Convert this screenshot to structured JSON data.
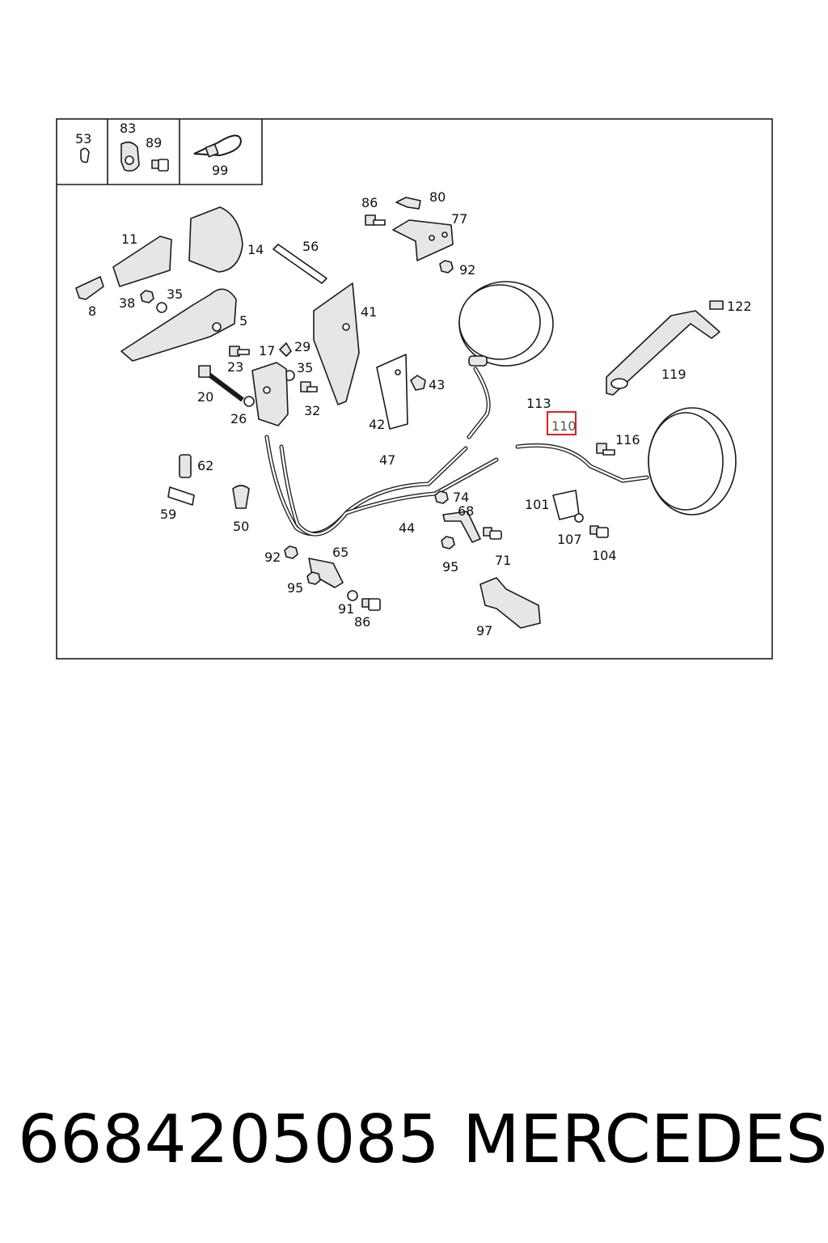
{
  "diagram": {
    "highlight_label": "110",
    "labels": [
      "53",
      "83",
      "89",
      "99",
      "86",
      "80",
      "77",
      "92",
      "11",
      "14",
      "56",
      "8",
      "38",
      "35",
      "5",
      "41",
      "122",
      "17",
      "29",
      "23",
      "35",
      "43",
      "119",
      "20",
      "32",
      "113",
      "26",
      "42",
      "110",
      "116",
      "47",
      "62",
      "74",
      "68",
      "101",
      "59",
      "50",
      "44",
      "107",
      "92",
      "65",
      "95",
      "71",
      "104",
      "95",
      "91",
      "86",
      "97"
    ]
  },
  "footer": {
    "part_number": "6684205085",
    "brand": "MERCEDES"
  }
}
